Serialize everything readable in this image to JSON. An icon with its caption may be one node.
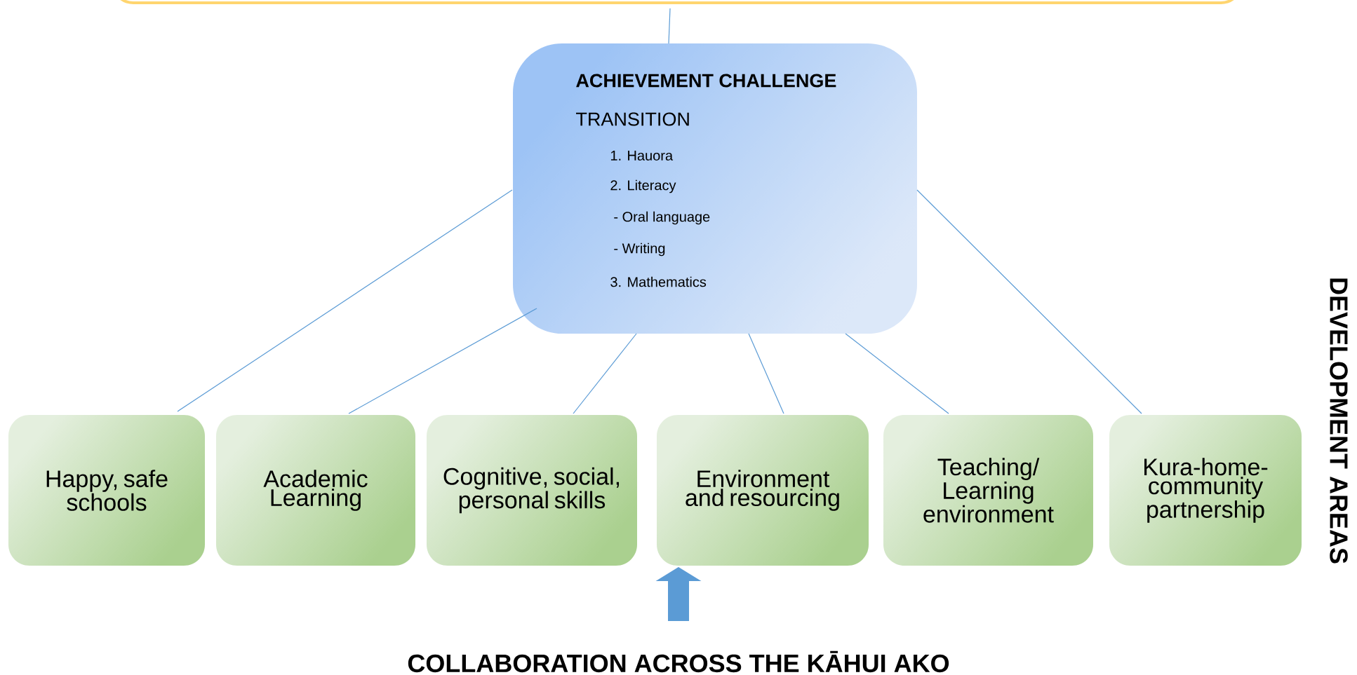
{
  "diagram": {
    "nodes": [
      {
        "text": [],
        "shape": "box"
      },
      {
        "text": [
          "ACHIEVEMENT CHALLENGE",
          "TRANSITION",
          "1. Hauora",
          "2. Literacy",
          "- Oral language",
          "- Writing",
          "3. Mathematics"
        ]
      },
      {
        "text": [
          "Happy, safe schools"
        ]
      },
      {
        "text": [
          "Academic Learning"
        ]
      },
      {
        "text": [
          "Cognitive, social, personal skills"
        ]
      },
      {
        "text": [
          "Environment and resourcing"
        ]
      },
      {
        "text": [
          "Teaching/ Learning environment"
        ]
      },
      {
        "text": [
          "Kura-home-community partnership"
        ]
      },
      {
        "text": [
          "COLLABORATION ACROSS THE KĀHUI AKO"
        ]
      }
    ],
    "edges": [
      {
        "from": 0,
        "to": 1,
        "arrow": "none"
      },
      {
        "from": 1,
        "to": 2,
        "arrow": "none"
      },
      {
        "from": 1,
        "to": 3,
        "arrow": "none"
      },
      {
        "from": 1,
        "to": 4,
        "arrow": "none"
      },
      {
        "from": 1,
        "to": 5,
        "arrow": "none"
      },
      {
        "from": 1,
        "to": 6,
        "arrow": "none"
      },
      {
        "from": 1,
        "to": 7,
        "arrow": "none"
      },
      {
        "from": 8,
        "to": 5,
        "arrow": "to",
        "style": "thick",
        "color": "#5b9bd5"
      }
    ],
    "labels": [
      "DEVELOPMENT AREAS"
    ]
  }
}
